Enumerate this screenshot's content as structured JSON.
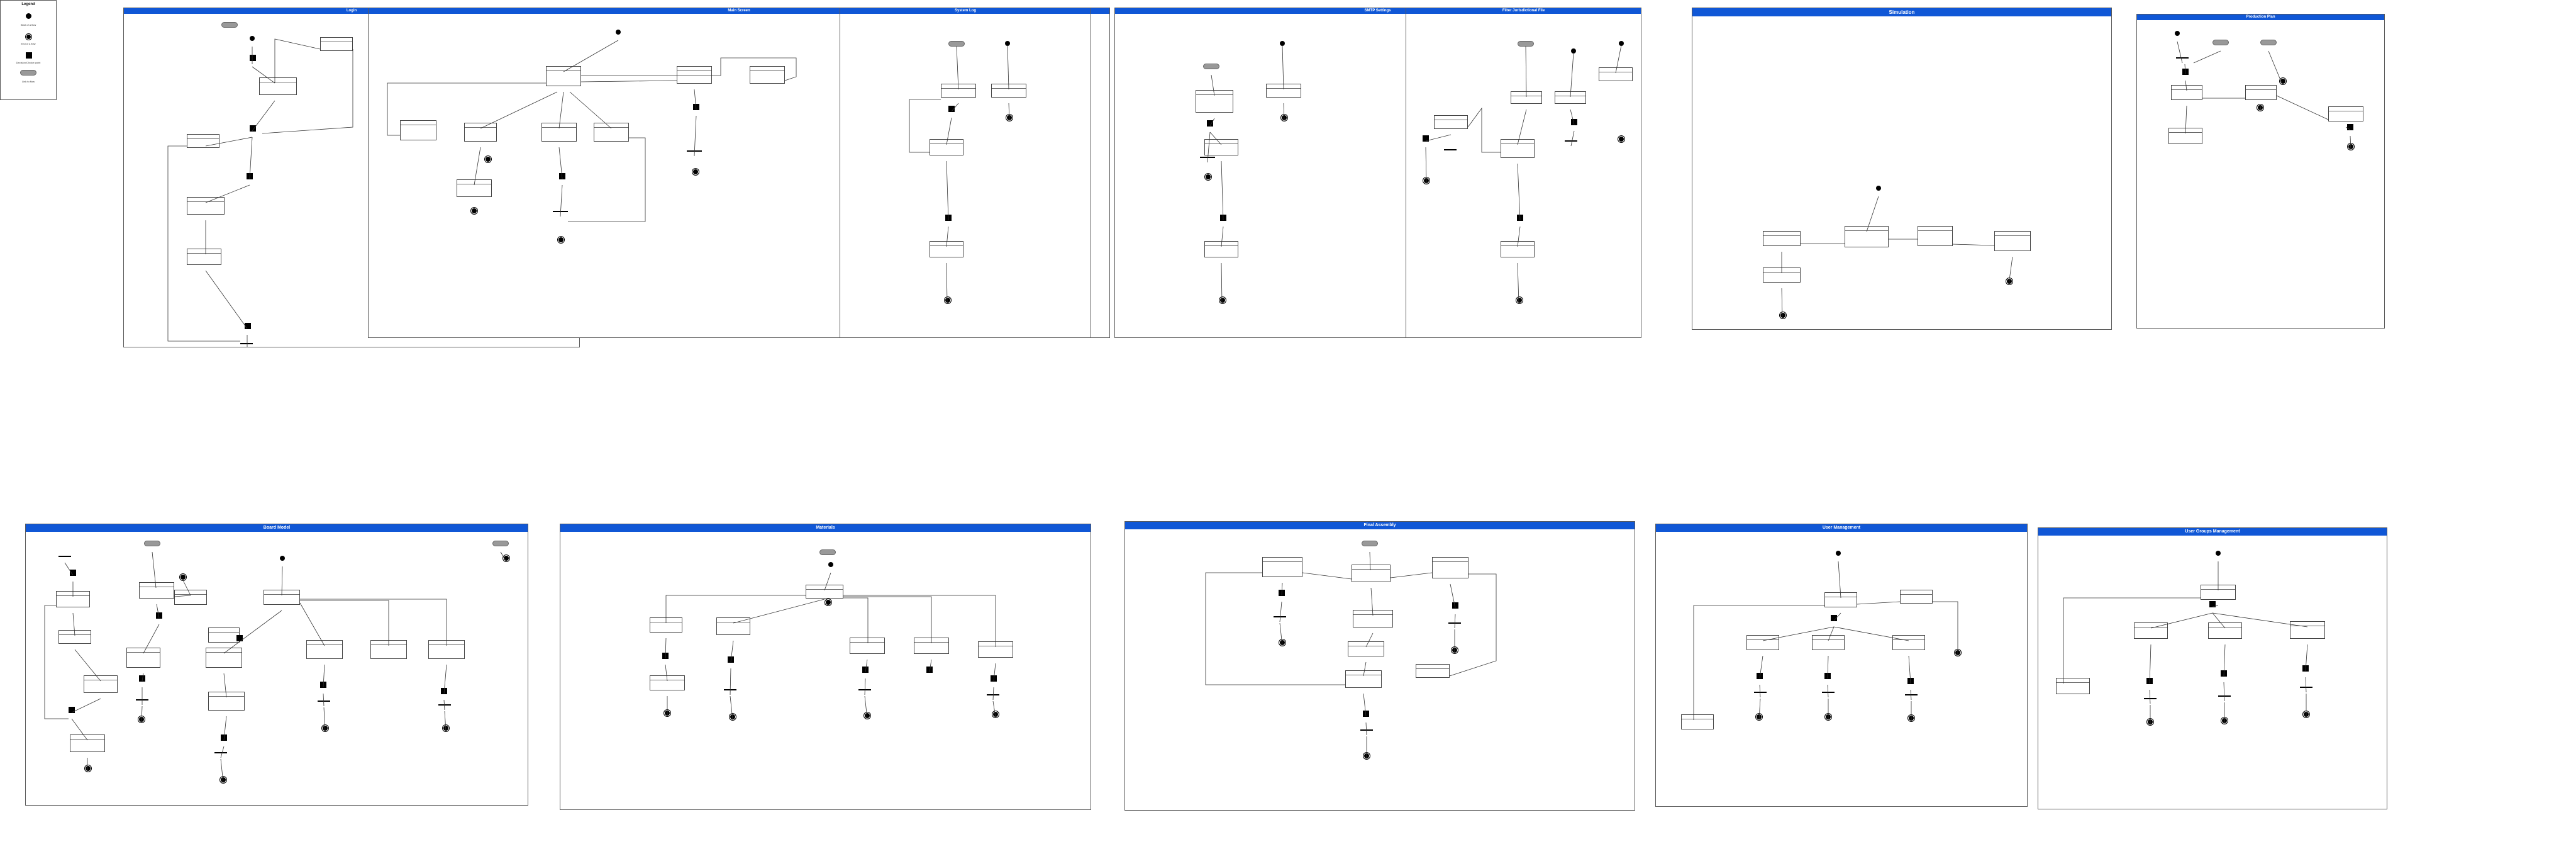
{
  "legend": {
    "title": "Legend",
    "items": [
      {
        "label": "Start of a flow",
        "icon": "start-node-icon"
      },
      {
        "label": "End of a flow",
        "icon": "end-node-icon"
      },
      {
        "label": "Decision/Choice point",
        "icon": "decision-node-icon"
      },
      {
        "label": "Link to flow",
        "icon": "terminator-icon"
      }
    ]
  },
  "panels": [
    {
      "title": "Login"
    },
    {
      "title": "Main Screen"
    },
    {
      "title": "System Log"
    },
    {
      "title": "SMTP Settings"
    },
    {
      "title": "Filter Jurisdictional File"
    },
    {
      "title": "Simulation"
    },
    {
      "title": "Production Plan"
    },
    {
      "title": "Board Model"
    },
    {
      "title": "Materials"
    },
    {
      "title": "Final Assembly"
    },
    {
      "title": "User Management"
    },
    {
      "title": "User Groups Management"
    }
  ],
  "colors": {
    "header": "#1057d6",
    "border": "#5a5a5a",
    "node_red_text": "#c81e1e",
    "terminator": "#999999"
  }
}
